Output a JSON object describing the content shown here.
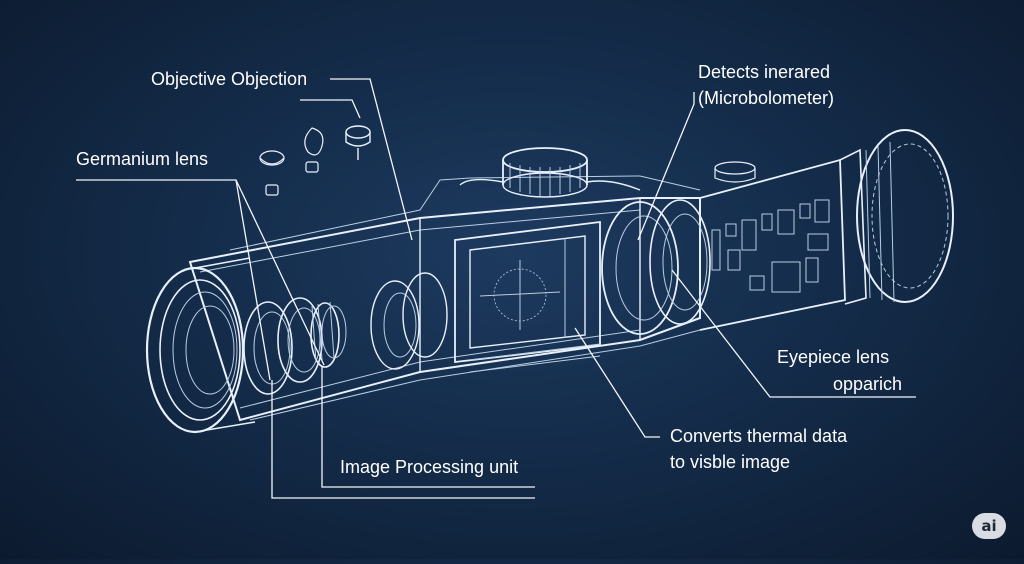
{
  "labels": {
    "objective": "Objective Objection",
    "germanium": "Germanium lens",
    "detects_line1": "Detects inerared",
    "detects_line2": "(Microbolometer)",
    "eyepiece_line1": "Eyepiece lens",
    "eyepiece_line2": "opparich",
    "converts_line1": "Converts thermal data",
    "converts_line2": "to visble image",
    "processing": "Image Processing unit"
  },
  "badge": {
    "text": "ai"
  },
  "colors": {
    "background": "#142c4a",
    "linework": "#e8f1fb",
    "text": "#ffffff"
  }
}
